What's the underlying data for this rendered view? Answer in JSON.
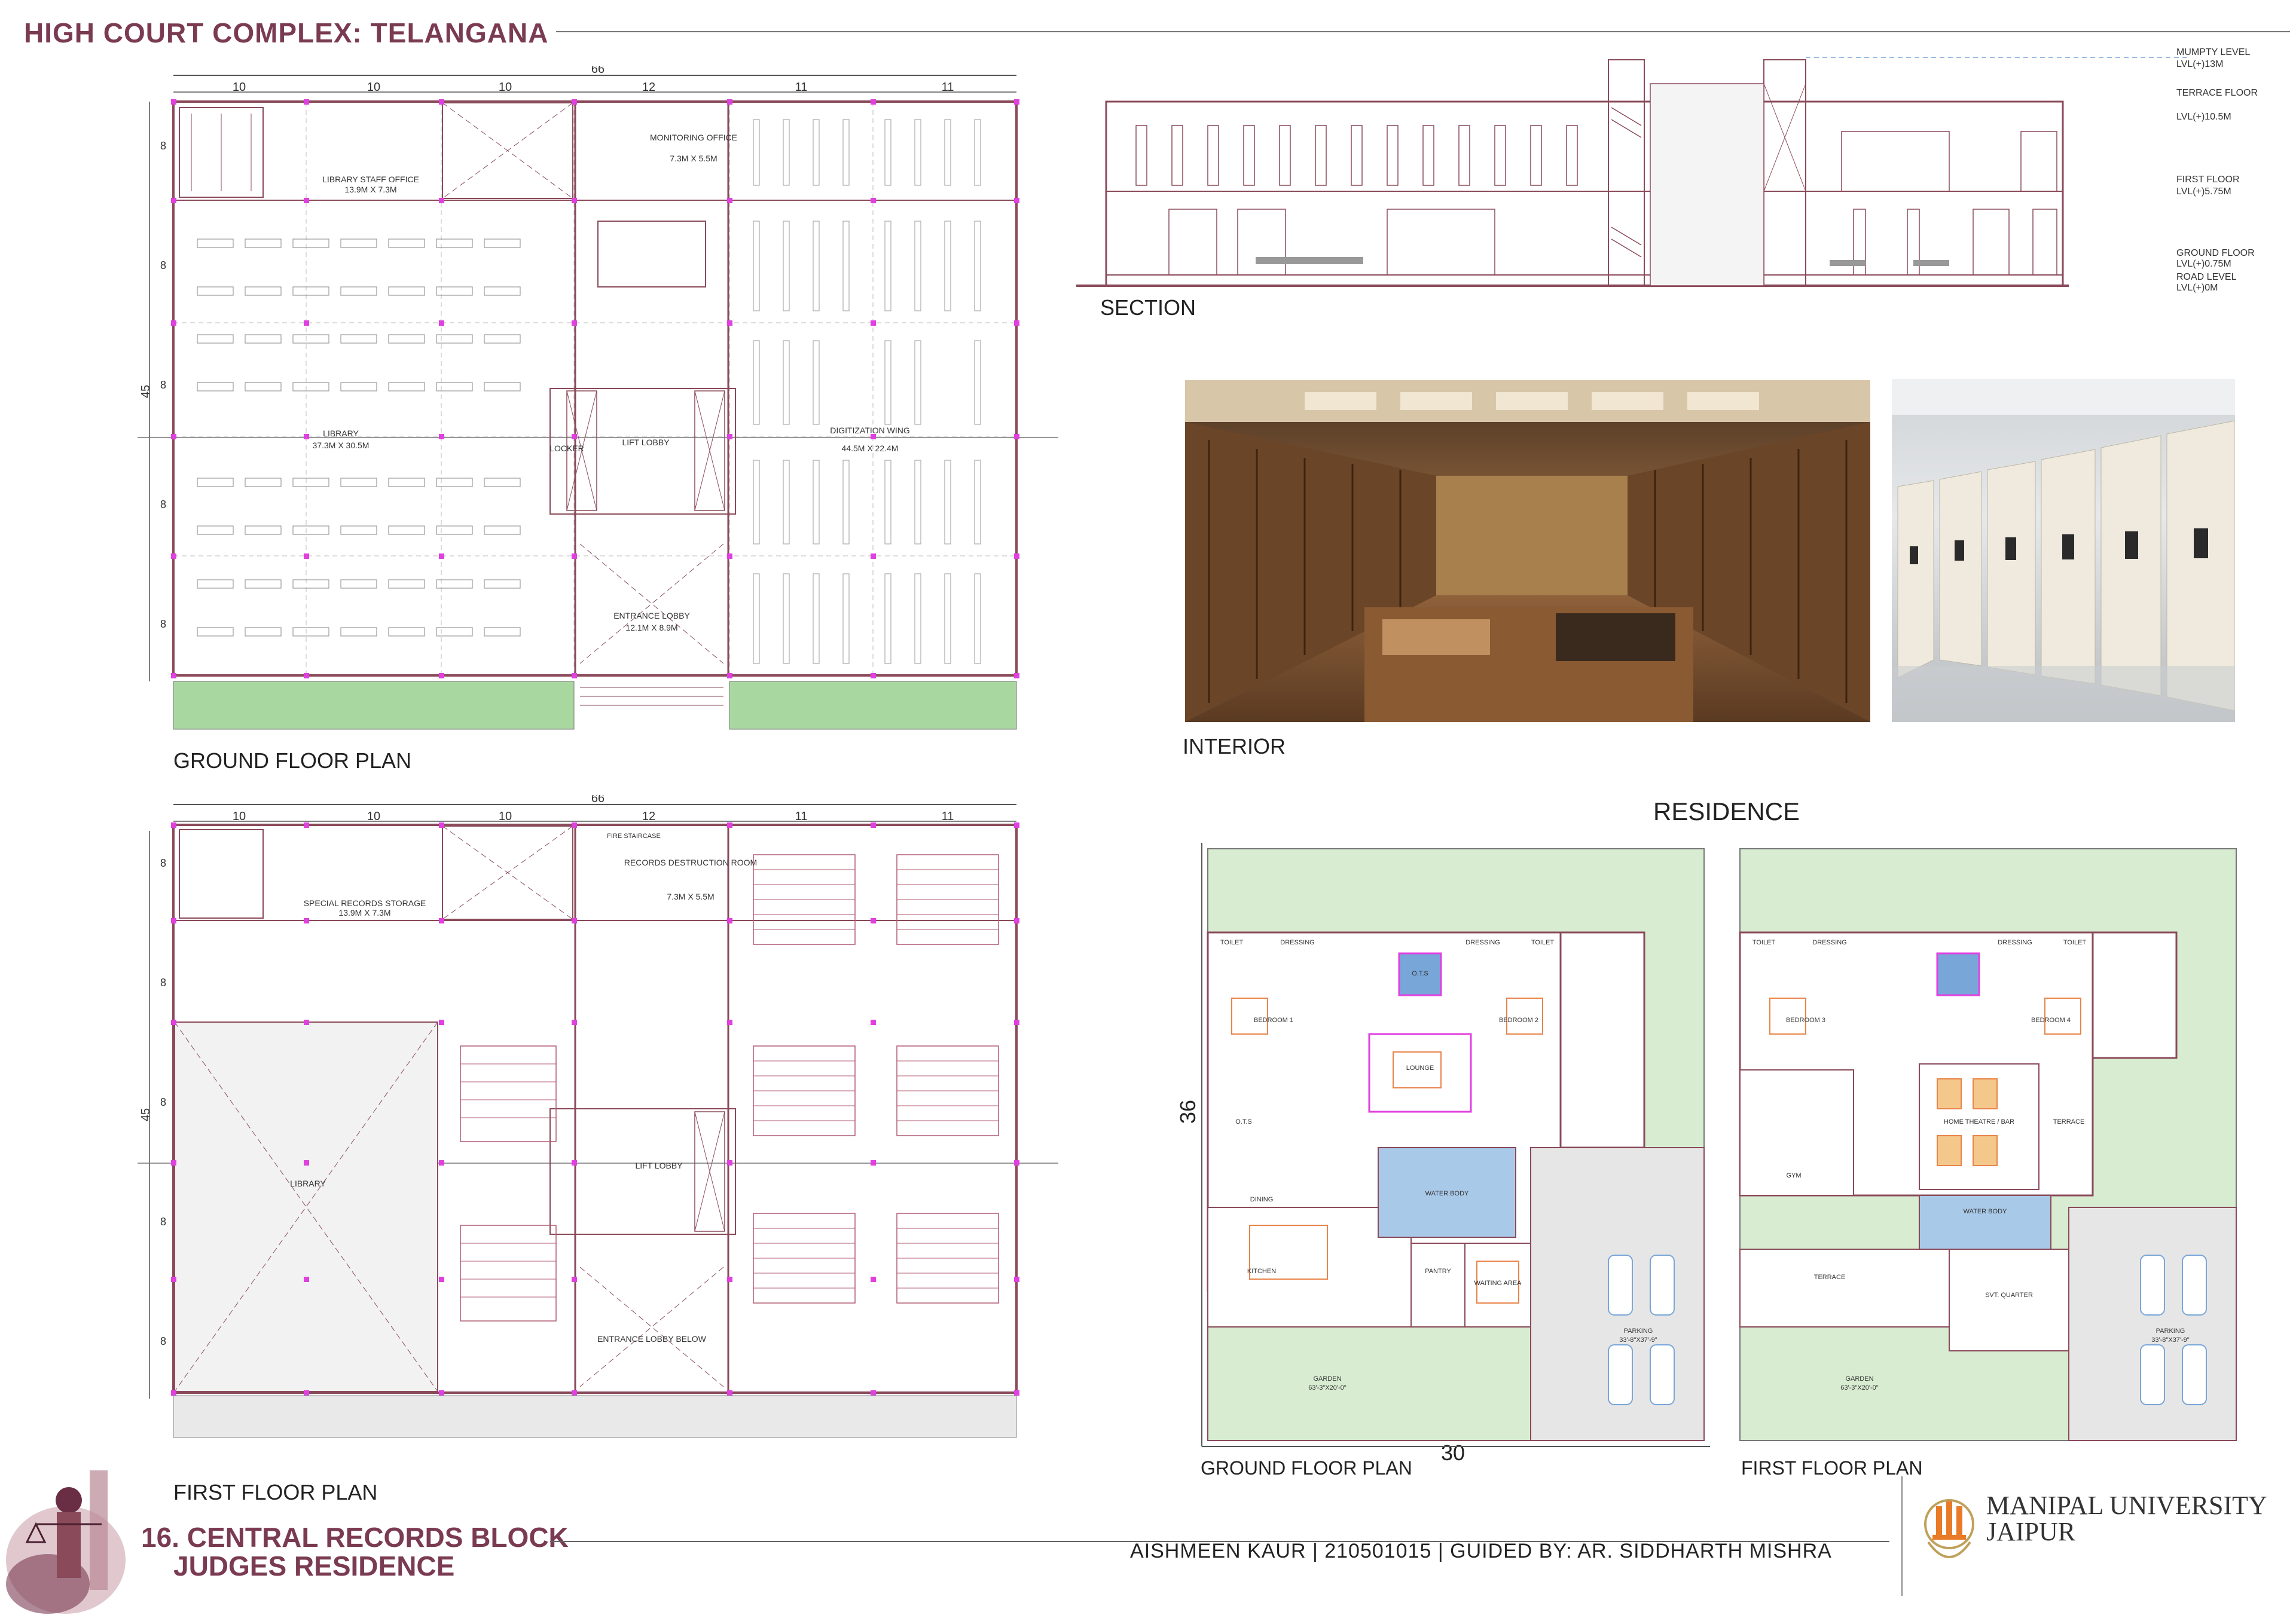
{
  "header": {
    "title": "HIGH COURT COMPLEX: TELANGANA"
  },
  "ground_floor_plan": {
    "caption": "GROUND FLOOR PLAN",
    "overall_width": "66",
    "overall_depth": "45",
    "bay_widths": [
      "10",
      "10",
      "10",
      "12",
      "11",
      "11"
    ],
    "bay_depths": [
      "8",
      "8",
      "8",
      "8",
      "8"
    ],
    "rooms": {
      "library_staff_office": "LIBRARY STAFF OFFICE",
      "library_staff_office_size": "13.9M X 7.3M",
      "monitoring_office": "MONITORING OFFICE",
      "monitoring_office_size": "7.3M X 5.5M",
      "library": "LIBRARY",
      "library_size": "37.3M X 30.5M",
      "locker": "LOCKER",
      "lift_lobby": "LIFT LOBBY",
      "digitization_wing": "DIGITIZATION WING",
      "digitization_wing_size": "44.5M X 22.4M",
      "entrance_lobby": "ENTRANCE LOBBY",
      "entrance_lobby_size": "12.1M X 8.9M"
    }
  },
  "first_floor_plan": {
    "caption": "FIRST FLOOR PLAN",
    "overall_width": "66",
    "overall_depth": "45",
    "bay_widths": [
      "10",
      "10",
      "10",
      "12",
      "11",
      "11"
    ],
    "bay_depths": [
      "8",
      "8",
      "8",
      "8",
      "8"
    ],
    "rooms": {
      "fire_staircase": "FIRE STAIRCASE",
      "records_destruction_room": "RECORDS DESTRUCTION ROOM",
      "records_destruction_room_size": "7.3M X 5.5M",
      "special_records_storage": "SPECIAL RECORDS STORAGE",
      "special_records_storage_size": "13.9M X 7.3M",
      "library": "LIBRARY",
      "lift_lobby": "LIFT LOBBY",
      "entrance_lobby_below": "ENTRANCE LOBBY BELOW"
    }
  },
  "section": {
    "caption": "SECTION",
    "levels": [
      {
        "name": "MUMPTY LEVEL",
        "value": "LVL(+)13M"
      },
      {
        "name": "TERRACE FLOOR",
        "value": "LVL(+)10.5M"
      },
      {
        "name": "FIRST FLOOR",
        "value": "LVL(+)5.75M"
      },
      {
        "name": "GROUND FLOOR",
        "value": "LVL(+)0.75M"
      },
      {
        "name": "ROAD LEVEL",
        "value": "LVL(+)0M"
      }
    ]
  },
  "interior": {
    "caption": "INTERIOR"
  },
  "residence": {
    "title": "RESIDENCE",
    "plot_depth": "36",
    "plot_width": "30",
    "ground_caption": "GROUND FLOOR PLAN",
    "first_caption": "FIRST FLOOR PLAN",
    "ground_rooms": {
      "toilet": "TOILET",
      "dressing": "DRESSING",
      "bedroom1": "BEDROOM 1",
      "bedroom2": "BEDROOM 2",
      "otd": "O.T.S",
      "lounge": "LOUNGE",
      "dining": "DINING",
      "kitchen": "KITCHEN",
      "pantry": "PANTRY",
      "waterbody": "WATER BODY",
      "waiting": "WAITING AREA",
      "parking": "PARKING",
      "parking_size": "33'-8\"X37'-9\"",
      "garden": "GARDEN",
      "garden_size": "63'-3\"X20'-0\""
    },
    "first_rooms": {
      "toilet": "TOILET",
      "dressing": "DRESSING",
      "bedroom3": "BEDROOM 3",
      "bedroom4": "BEDROOM 4",
      "home_theatre": "HOME THEATRE / BAR",
      "terrace": "TERRACE",
      "gym": "GYM",
      "waterbody": "WATER BODY",
      "servant": "SVT. QUARTER",
      "parking": "PARKING",
      "parking_size": "33'-8\"X37'-9\"",
      "garden": "GARDEN",
      "garden_size": "63'-3\"X20'-0\""
    }
  },
  "footer": {
    "sheet_title_line1": "16. CENTRAL RECORDS BLOCK",
    "sheet_title_line2": "JUDGES RESIDENCE",
    "credits": "AISHMEEN KAUR | 210501015 | GUIDED BY: AR. SIDDHARTH MISHRA",
    "university_line1": "MANIPAL UNIVERSITY",
    "university_line2": "JAIPUR"
  },
  "colors": {
    "maroon": "#7a3b52",
    "magenta_column": "#e040e0",
    "garden_green": "#a8d8a0",
    "plan_line": "#8a4a5a"
  }
}
